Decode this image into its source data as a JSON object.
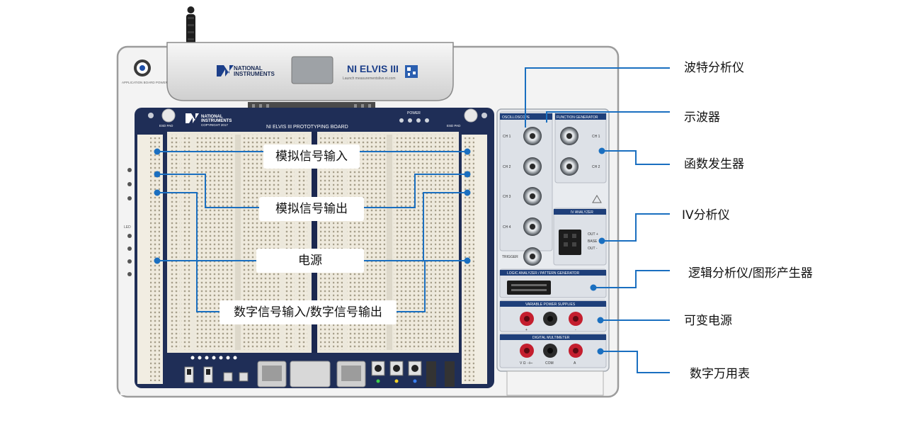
{
  "device": {
    "brand_line1": "NATIONAL",
    "brand_line2": "INSTRUMENTS",
    "model": "NI ELVIS III",
    "model_sub": "Launch measurementslive.ni.com",
    "board_title": "NI ELVIS III PROTOTYPING BOARD",
    "board_brand_line1": "NATIONAL",
    "board_brand_line2": "INSTRUMENTS",
    "board_copyright": "COPYRIGHT 2017",
    "app_power_label": "APPLICATION BOARD POWER",
    "esd_pad": "ESD PAD",
    "power_label": "POWER",
    "led_label": "LED"
  },
  "panel": {
    "oscilloscope": "OSCILLOSCOPE",
    "function_generator": "FUNCTION GENERATOR",
    "ch1": "CH 1",
    "ch2": "CH 2",
    "ch3": "CH 3",
    "ch4": "CH 4",
    "trigger": "TRIGGER",
    "iv_analyzer": "IV ANALYZER",
    "out_plus": "OUT +",
    "base": "BASE",
    "out_minus": "OUT -",
    "logic_analyzer": "LOGIC ANALYZER / PATTERN GENERATOR",
    "variable_power": "VARIABLE POWER SUPPLIES",
    "digital_multimeter": "DIGITAL MULTIMETER",
    "plus": "+",
    "minus": "-",
    "v_ohm": "V Ω ⊣⊢",
    "com": "COM",
    "amp": "A"
  },
  "board_labels": {
    "analog_in": "模拟信号输入",
    "analog_out": "模拟信号输出",
    "power": "电源",
    "digital_io": "数字信号输入/数字信号输出"
  },
  "callouts": {
    "bode": "波特分析仪",
    "scope": "示波器",
    "fgen": "函数发生器",
    "iv": "IV分析仪",
    "logic": "逻辑分析仪/图形产生器",
    "vps": "可变电源",
    "dmm": "数字万用表"
  },
  "colors": {
    "leader": "#1a6fc0",
    "enclosure": "#f2f2f2",
    "enclosure_border": "#9a9a9a",
    "board_navy": "#1e2d55",
    "breadboard": "#ece8dc",
    "panel": "#e6e9ee",
    "panel_header": "#1e3f7a",
    "jack_red": "#c41e2e",
    "jack_black": "#2b2b2b"
  }
}
